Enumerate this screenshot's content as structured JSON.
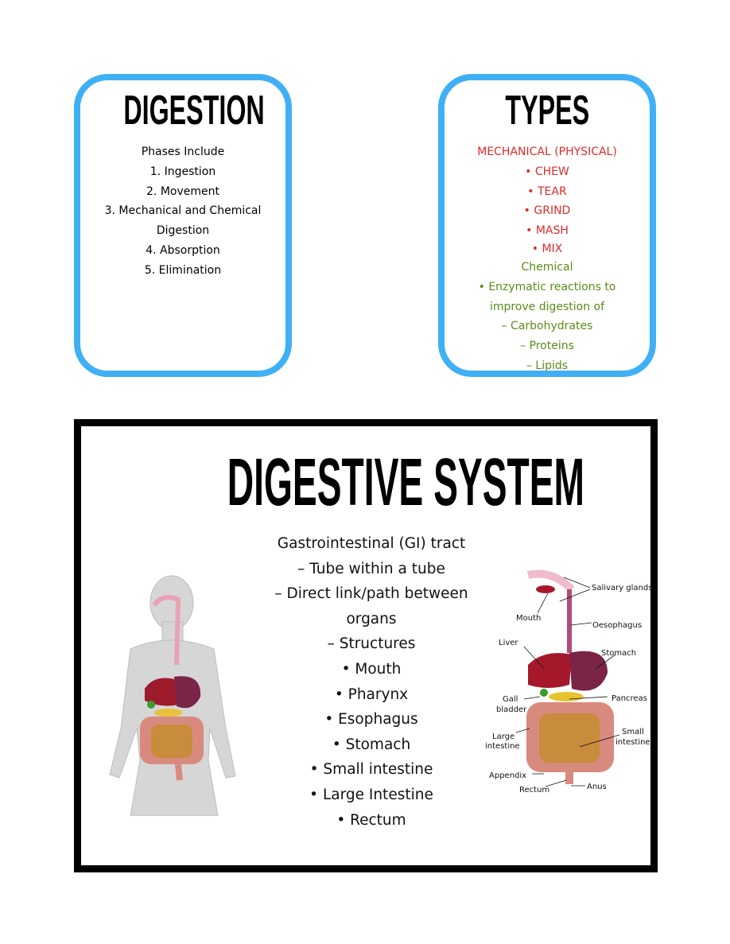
{
  "digestion_card": {
    "title": "DIGESTION",
    "lines": [
      "Phases Include",
      "1. Ingestion",
      "2. Movement",
      "3. Mechanical and Chemical",
      "Digestion",
      "4. Absorption",
      "5. Elimination"
    ]
  },
  "types_card": {
    "title": "TYPES",
    "mechanical": [
      "MECHANICAL (PHYSICAL)",
      "• CHEW",
      "• TEAR",
      "• GRIND",
      "• MASH",
      "• MIX"
    ],
    "chemical": [
      "Chemical",
      "• Enzymatic reactions to",
      "improve digestion of",
      "– Carbohydrates",
      "– Proteins",
      "– Lipids"
    ],
    "colors": {
      "mechanical": "#e02a2a",
      "chemical": "#5b8c16",
      "border": "#3fb0f5"
    }
  },
  "digestive_system": {
    "title": "DIGESTIVE SYSTEM",
    "lines": [
      "Gastrointestinal (GI) tract",
      "– Tube within a tube",
      "– Direct link/path between",
      "organs",
      "– Structures",
      "• Mouth",
      "• Pharynx",
      "• Esophagus",
      "• Stomach",
      "• Small intestine",
      "• Large Intestine",
      "• Rectum"
    ],
    "diagram_labels": {
      "salivary": "Salivary glands",
      "mouth": "Mouth",
      "oesophagus": "Oesophagus",
      "liver": "Liver",
      "stomach": "Stomach",
      "gall1": "Gall",
      "gall2": "bladder",
      "pancreas": "Pancreas",
      "large1": "Large",
      "large2": "intestine",
      "small1": "Small",
      "small2": "intestine",
      "appendix": "Appendix",
      "rectum": "Rectum",
      "anus": "Anus"
    }
  }
}
